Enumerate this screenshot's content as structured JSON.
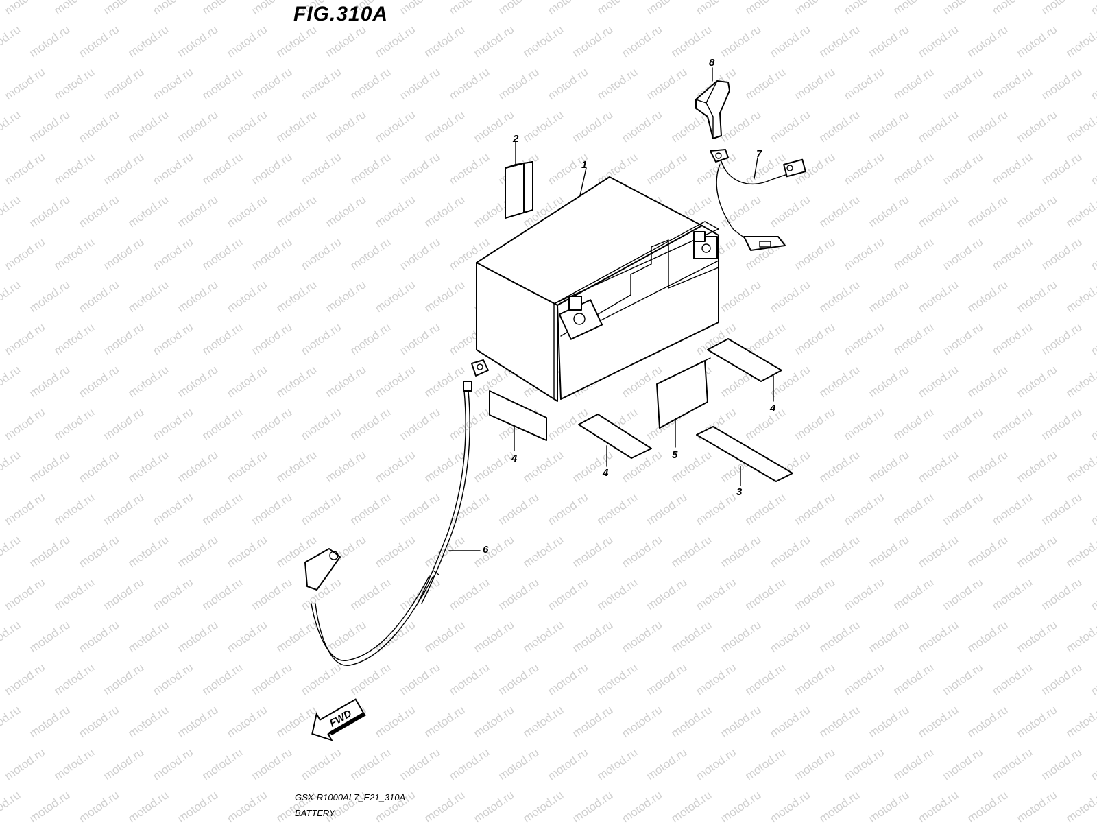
{
  "figure": {
    "title": "FIG.310A",
    "model_code": "GSX-R1000AL7_E21_310A",
    "section_name": "BATTERY"
  },
  "watermark": "motod.ru",
  "fwd_label": "FWD",
  "callouts": {
    "c1": "1",
    "c2": "2",
    "c3": "3",
    "c4a": "4",
    "c4b": "4",
    "c4c": "4",
    "c5": "5",
    "c6": "6",
    "c7": "7",
    "c8": "8"
  },
  "colors": {
    "line": "#000000",
    "watermark": "#cfcfcf",
    "background": "#ffffff"
  }
}
